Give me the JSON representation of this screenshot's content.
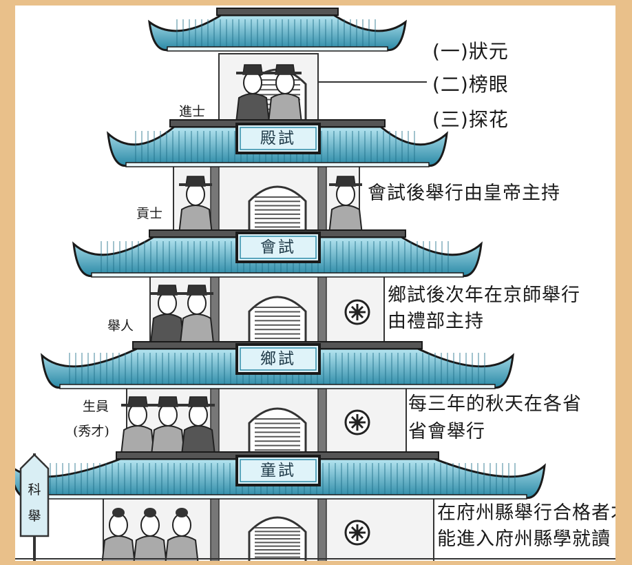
{
  "title_flag": [
    "科",
    "舉"
  ],
  "palace_exam": {
    "sign": "殿試",
    "rank_label": "進士",
    "titles": [
      "(一)狀元",
      "(二)榜眼",
      "(三)探花"
    ]
  },
  "levels": [
    {
      "sign": "會試",
      "rank_label": "貢士",
      "description": [
        "會試後舉行由皇帝主持"
      ]
    },
    {
      "sign": "鄉試",
      "rank_label": "舉人",
      "description": [
        "鄉試後次年在京師舉行",
        "由禮部主持"
      ]
    },
    {
      "sign": "童試",
      "rank_label": "生員",
      "rank_sub": "(秀才)",
      "description": [
        "每三年的秋天在各省",
        "省會舉行"
      ]
    },
    {
      "sign": "",
      "rank_label": "",
      "description": [
        "在府州縣舉行合格者才",
        "能進入府州縣學就讀"
      ]
    }
  ],
  "colors": {
    "roof_light": "#a4dcea",
    "roof_dark": "#2d8ba8",
    "sign_bg": "#dff3f9",
    "wall": "#f3f3f3",
    "stroke": "#333333",
    "background": "#e9c08a"
  }
}
